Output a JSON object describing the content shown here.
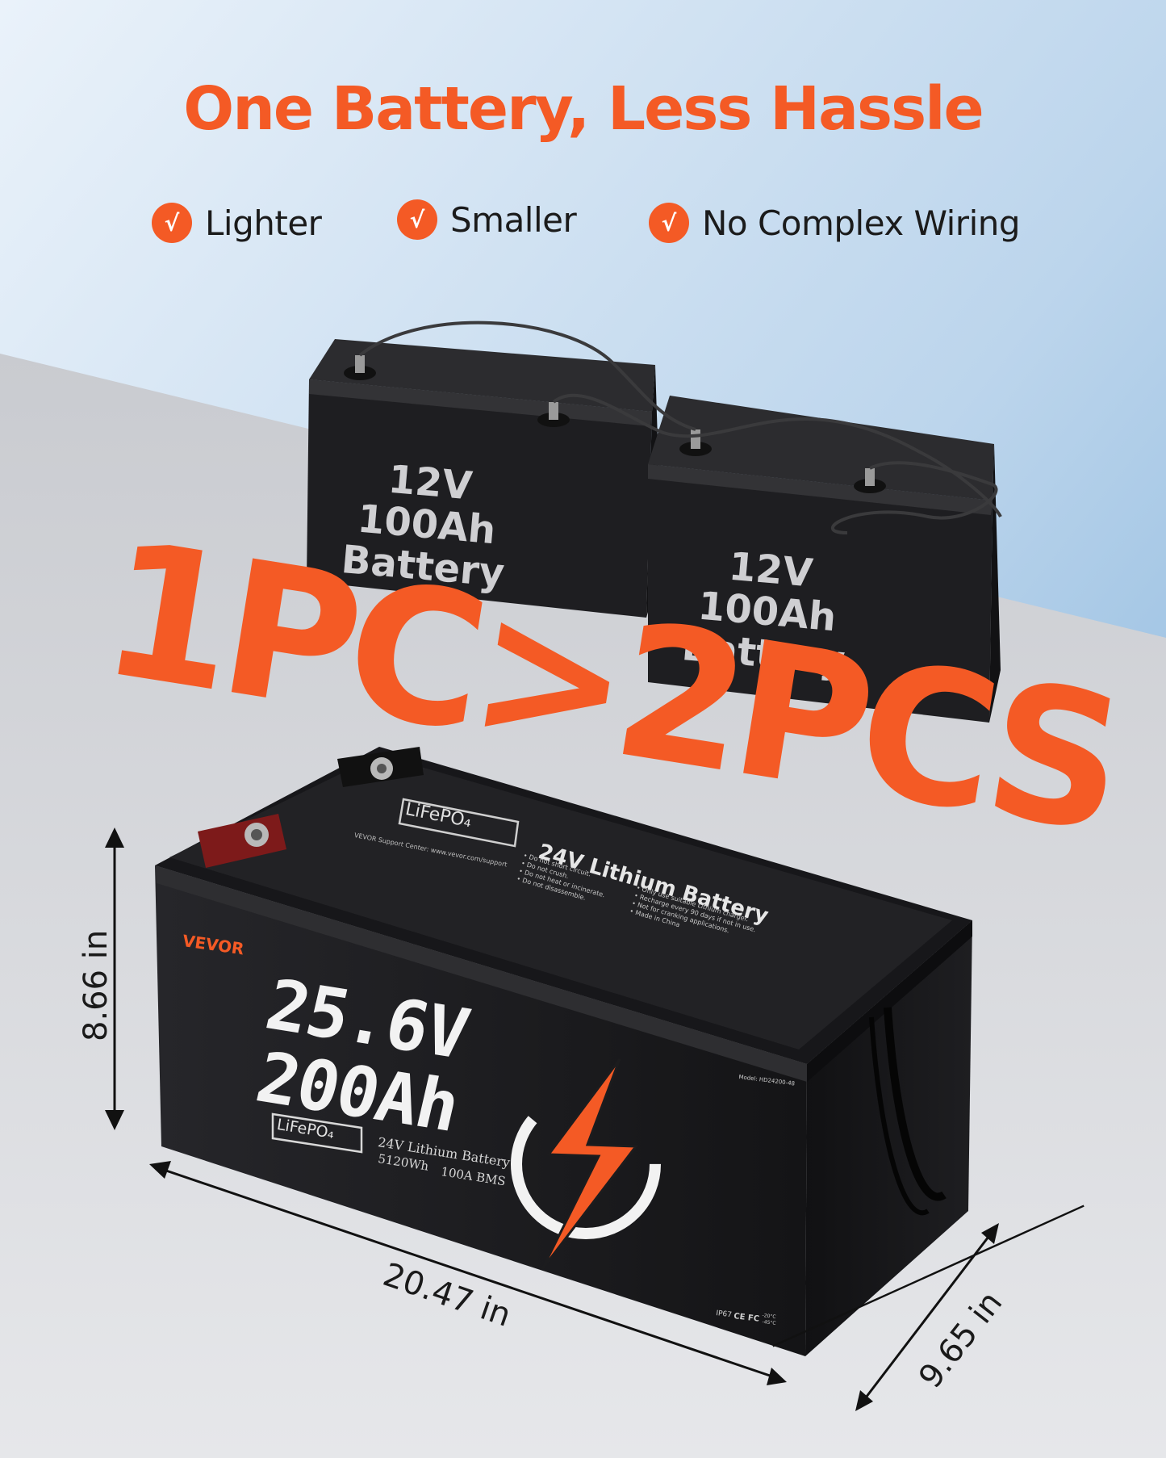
{
  "headline": "One Battery, Less Hassle",
  "features": [
    {
      "icon": "check-icon",
      "label": "Lighter"
    },
    {
      "icon": "check-icon",
      "label": "Smaller"
    },
    {
      "icon": "check-icon",
      "label": "No Complex Wiring"
    }
  ],
  "check_glyph": "√",
  "claim": "1PC>2PCS",
  "small_batteries": [
    {
      "line1": "12V 100Ah",
      "line2": "Battery"
    },
    {
      "line1": "12V 100Ah",
      "line2": "Battery"
    }
  ],
  "main_battery": {
    "brand": "VEVOR",
    "chem_badge": "LiFePO₄",
    "lid_title": "24V Lithium Battery",
    "lid_support": "VEVOR Support Center: www.vevor.com/support",
    "lid_warnings_left": [
      "• Do not short circuit.",
      "• Do not crush.",
      "• Do not heat or incinerate.",
      "• Do not disassemble."
    ],
    "lid_warnings_right": [
      "• Only use suitable Lithium charger.",
      "• Recharge every 90 days if not in use.",
      "• Not for cranking applications.",
      "• Made in China"
    ],
    "voltage": "25.6V",
    "capacity": "200Ah",
    "subtitle": "24V Lithium Battery",
    "energy": "5120Wh",
    "bms": "100A BMS",
    "model": "Model: HD24200-48",
    "ip": "IP67",
    "certs": "CE FC",
    "temp_high": "-20°C",
    "temp_low": "-45°C"
  },
  "dimensions": {
    "height": "8.66 in",
    "length": "20.47 in",
    "width": "9.65 in"
  },
  "colors": {
    "accent": "#f45a25",
    "battery": "#1c1c1e",
    "floor": "#dcdde1",
    "sky": "#9fc2e3"
  }
}
